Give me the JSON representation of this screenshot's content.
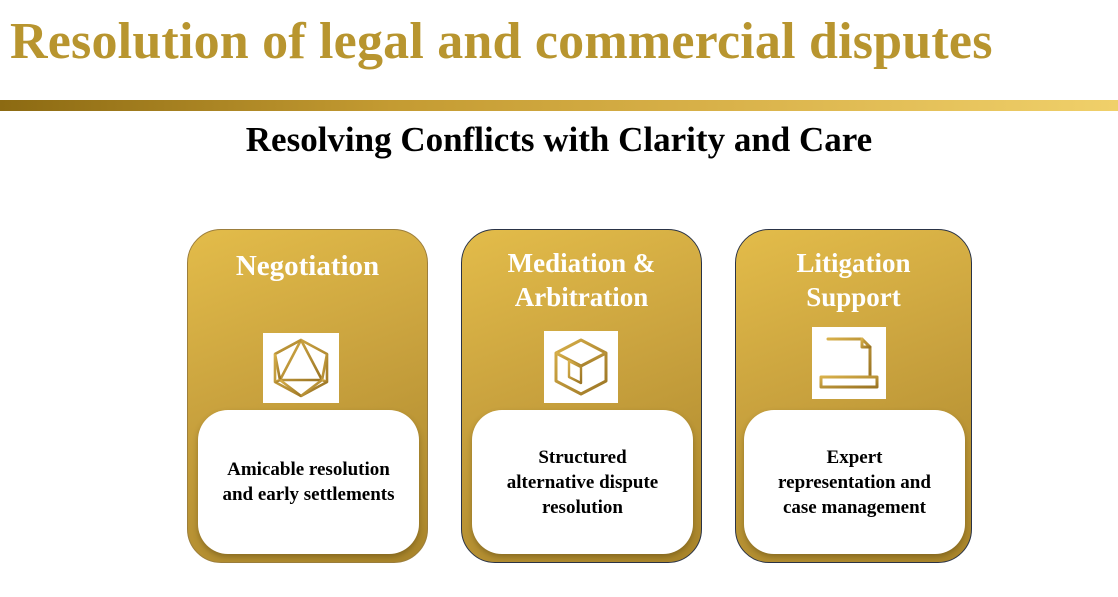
{
  "header": {
    "title": "Resolution of legal and commercial disputes",
    "subtitle": "Resolving Conflicts with Clarity and Care"
  },
  "colors": {
    "title_gold": "#B8952F",
    "card_gold_light": "#E3BC4A",
    "card_gold_dark": "#A8842A",
    "rule_dark": "#8C6A12",
    "rule_light": "#F0D06A"
  },
  "cards": [
    {
      "title_lines": [
        "Negotiation"
      ],
      "icon": "icosahedron-icon",
      "description_lines": [
        "Amicable resolution",
        "and early settlements"
      ]
    },
    {
      "title_lines": [
        "Mediation &",
        "Arbitration"
      ],
      "icon": "cube-icon",
      "description_lines": [
        "Structured",
        "alternative dispute",
        "resolution"
      ]
    },
    {
      "title_lines": [
        "Litigation",
        "Support"
      ],
      "icon": "document-scroll-icon",
      "description_lines": [
        "Expert",
        "representation and",
        "case management"
      ]
    }
  ]
}
